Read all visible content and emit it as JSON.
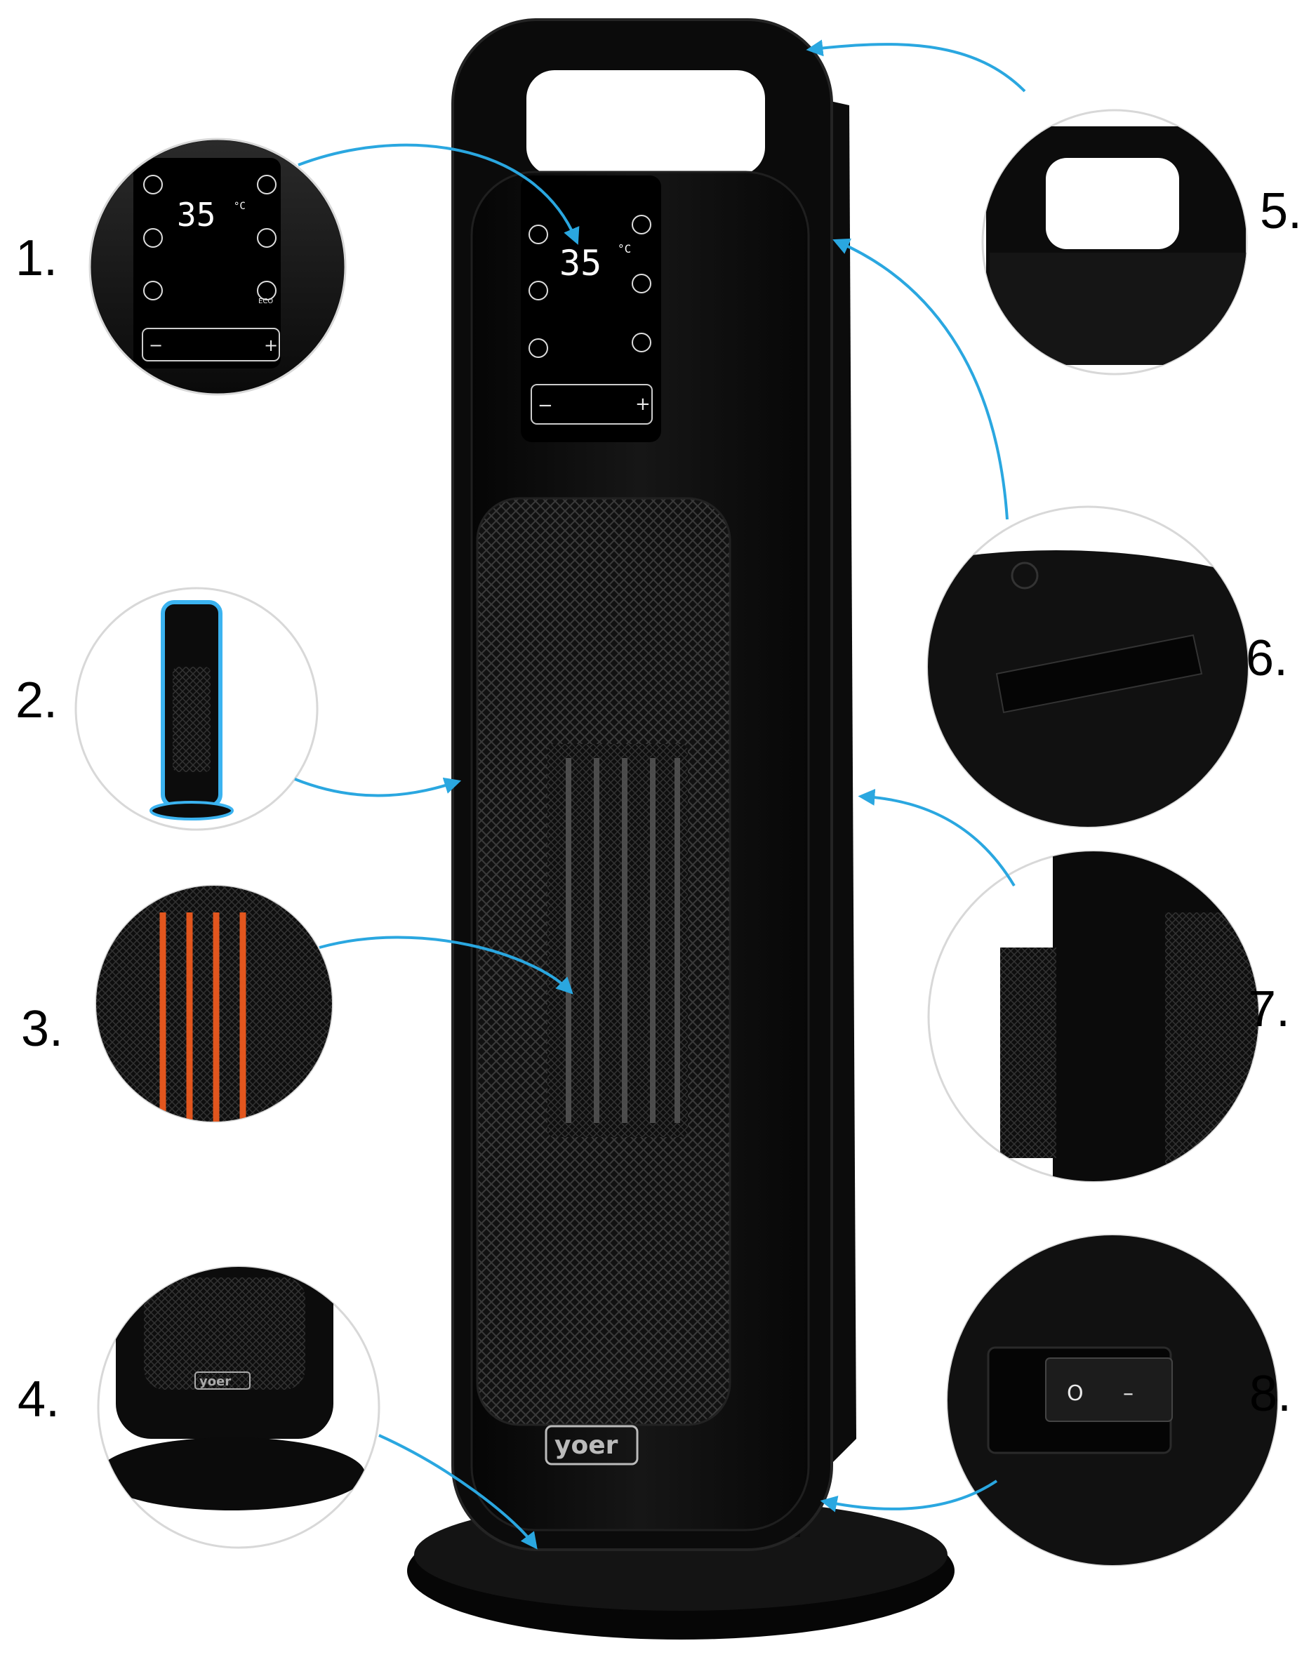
{
  "callouts": [
    {
      "label": "1.",
      "feature": "touch-control-panel"
    },
    {
      "label": "2.",
      "feature": "illuminated-frame"
    },
    {
      "label": "3.",
      "feature": "ceramic-heating-element"
    },
    {
      "label": "4.",
      "feature": "oscillating-base"
    },
    {
      "label": "5.",
      "feature": "carry-handle"
    },
    {
      "label": "6.",
      "feature": "remote-control-storage"
    },
    {
      "label": "7.",
      "feature": "side-air-vents"
    },
    {
      "label": "8.",
      "feature": "power-rocker-switch"
    }
  ],
  "display": {
    "temperature": "35",
    "unit": "°C",
    "minus": "−",
    "plus": "+",
    "eco": "ECO"
  },
  "brand": {
    "logo_text": "yoer"
  },
  "switch": {
    "off_symbol": "O",
    "on_symbol": "–"
  },
  "colors": {
    "body": "#0b0b0b",
    "frame": "#1a1a1a",
    "arrow": "#2aa7e0",
    "glow": "#3bb3f0",
    "heating": "#e2561e",
    "background": "#ffffff"
  },
  "icons": [
    "power-icon",
    "settings-icon",
    "fan-icon",
    "oscillation-icon",
    "timer-icon",
    "eco-icon",
    "wifi-icon",
    "brightness-icon"
  ]
}
